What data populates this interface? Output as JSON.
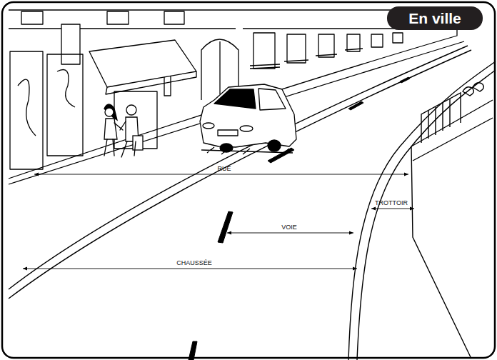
{
  "diagram": {
    "title": "En ville",
    "labels": [
      "RUE",
      "TROTTOIR",
      "VOIE",
      "CHAUSSÉE"
    ]
  }
}
